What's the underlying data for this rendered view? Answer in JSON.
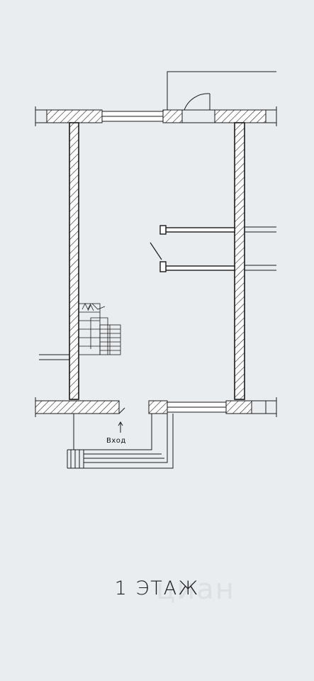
{
  "plan": {
    "entrance_label": "Вход",
    "floor_title": "1 ЭТАЖ",
    "watermark": "циан"
  },
  "colors": {
    "background": "#e9edf0",
    "line": "#1a1a1a",
    "wall_fill": "#ffffff",
    "hatch": "#333333"
  }
}
